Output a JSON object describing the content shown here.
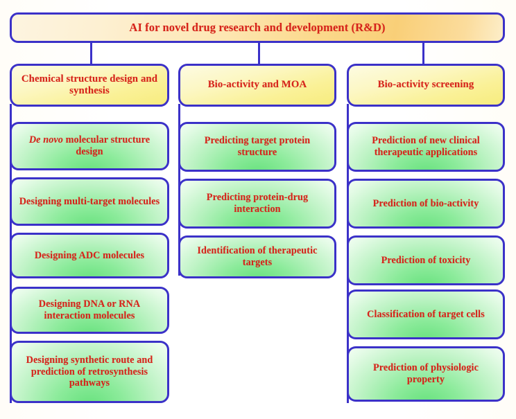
{
  "diagram": {
    "title": "AI for novel drug research and development (R&D)",
    "accent_border": "#3b31c8",
    "text_color": "#d6231a",
    "branches": [
      {
        "header": "Chemical structure design and synthesis",
        "items": [
          "De novo molecular structure design",
          "Designing multi-target molecules",
          "Designing ADC molecules",
          "Designing DNA or RNA interaction molecules",
          "Designing synthetic route and prediction of retrosynthesis pathways"
        ]
      },
      {
        "header": "Bio-activity and MOA",
        "items": [
          "Predicting target protein structure",
          "Predicting protein-drug interaction",
          "Identification of therapeutic targets"
        ]
      },
      {
        "header": "Bio-activity screening",
        "items": [
          "Prediction of new clinical therapeutic applications",
          "Prediction of bio-activity",
          "Prediction of toxicity",
          "Classification of target cells",
          "Prediction of physiologic property"
        ]
      }
    ]
  }
}
